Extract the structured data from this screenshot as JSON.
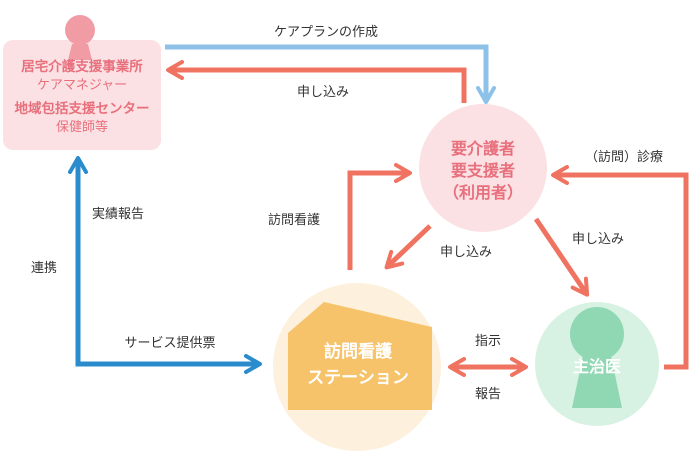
{
  "nodes": {
    "care_manager": {
      "line1": "居宅介護支援事業所",
      "line2": "ケアマネジャー",
      "line3": "地域包括支援センター",
      "line4": "保健師等"
    },
    "user": {
      "line1": "要介護者",
      "line2": "要支援者",
      "line3": "（利用者）"
    },
    "nursing_station": {
      "line1": "訪問看護",
      "line2": "ステーション"
    },
    "doctor": {
      "label": "主治医"
    }
  },
  "edges": {
    "care_plan": "ケアプランの作成",
    "apply_to_cm": "申し込み",
    "visit_nursing": "訪問看護",
    "apply_to_station": "申し込み",
    "apply_to_doctor": "申し込み",
    "home_visit_care": "（訪問）診療",
    "performance_report": "実績報告",
    "cooperation": "連携",
    "service_voucher": "サービス提供票",
    "instruction": "指示",
    "report": "報告"
  },
  "colors": {
    "pink_text": "#e8707d",
    "pink_box": "#fbe1e3",
    "pink_figure": "#f19ca4",
    "orange_arrow": "#ef7360",
    "blue_dark": "#2b8ccd",
    "blue_light": "#8ec1e8",
    "beige": "#fdf0dc",
    "orange_house": "#f7c36a",
    "green": "#8fd8b3",
    "green_dark": "#69bf94",
    "text": "#333333"
  }
}
